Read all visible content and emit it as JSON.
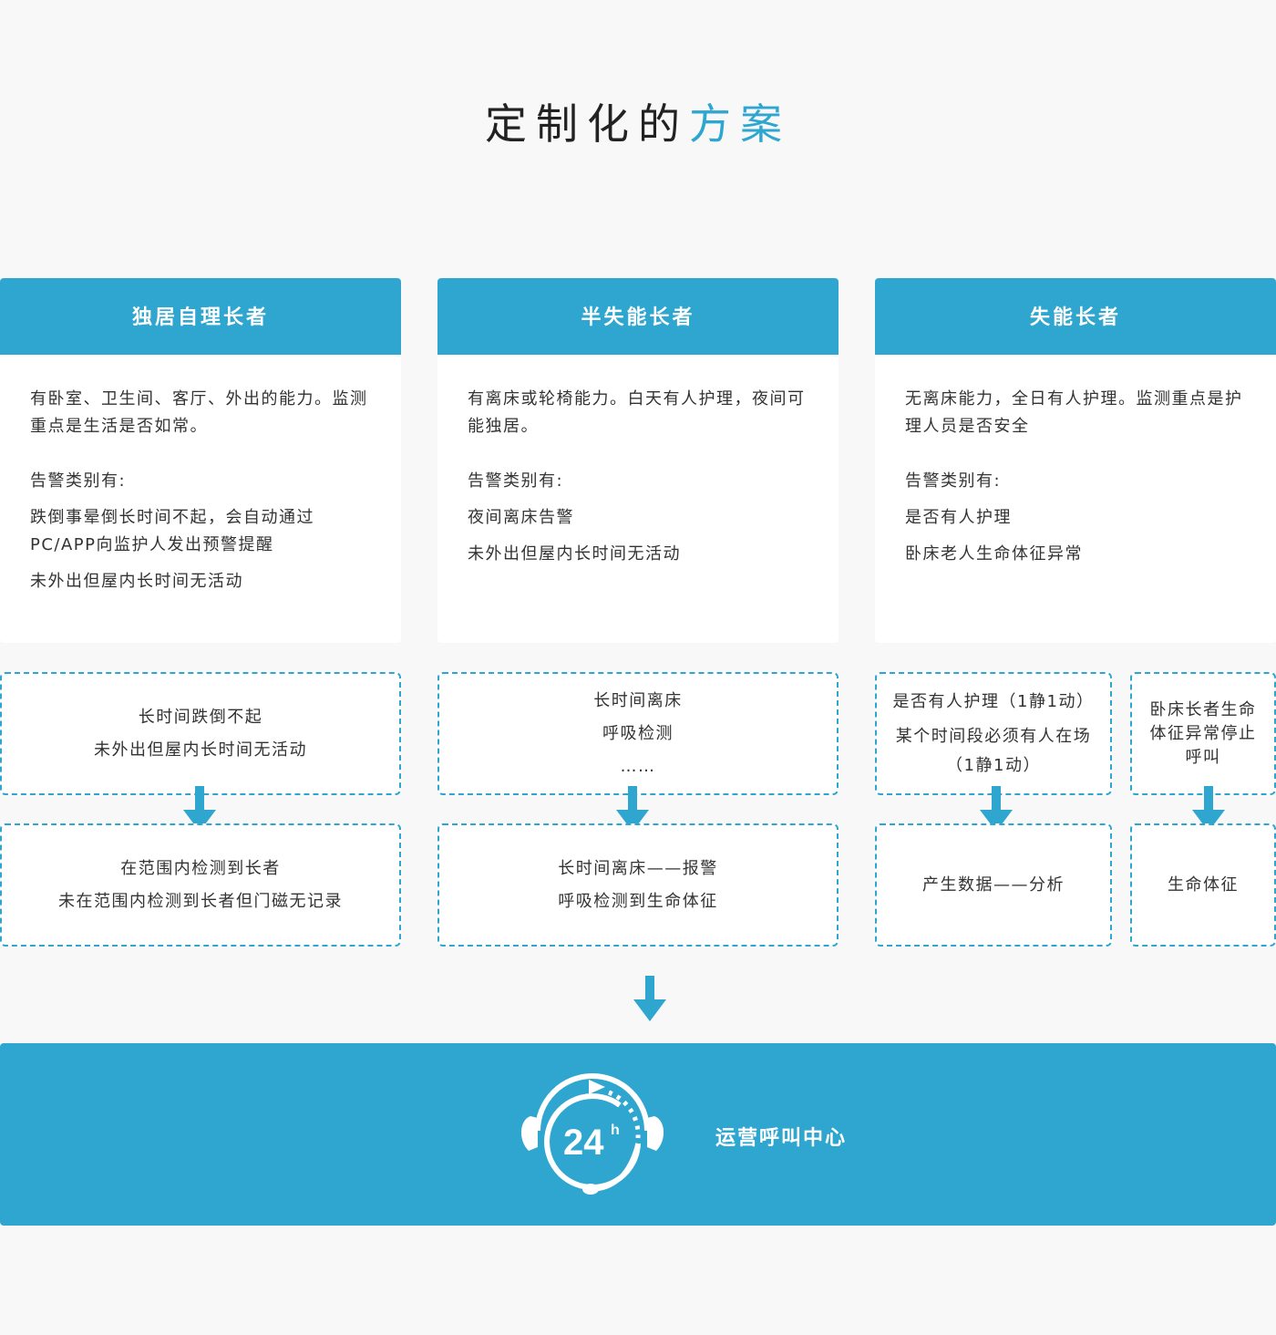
{
  "title": {
    "main": "定制化的",
    "accent": "方案"
  },
  "colors": {
    "accent": "#2ea6cf",
    "background": "#f8f8f9"
  },
  "cards": [
    {
      "header": "独居自理长者",
      "desc": "有卧室、卫生间、客厅、外出的能力。监测重点是生活是否如常。",
      "alarm_title": "告警类别有:",
      "alarms": [
        "跌倒事晕倒长时间不起，会自动通过PC/APP向监护人发出预警提醒",
        "未外出但屋内长时间无活动"
      ]
    },
    {
      "header": "半失能长者",
      "desc": "有离床或轮椅能力。白天有人护理，夜间可能独居。",
      "alarm_title": "告警类别有:",
      "alarms": [
        "夜间离床告警",
        "未外出但屋内长时间无活动"
      ]
    },
    {
      "header": "失能长者",
      "desc": "无离床能力，全日有人护理。监测重点是护理人员是否安全",
      "alarm_title": "告警类别有:",
      "alarms": [
        "是否有人护理",
        "卧床老人生命体征异常"
      ]
    }
  ],
  "flow": {
    "top": [
      [
        "长时间跌倒不起",
        "未外出但屋内长时间无活动"
      ],
      [
        "长时间离床",
        "呼吸检测",
        "……"
      ],
      [
        "是否有人护理（1静1动）",
        "某个时间段必须有人在场",
        "（1静1动）"
      ],
      [
        "卧床长者生命",
        "体征异常停止",
        "呼叫"
      ]
    ],
    "bottom": [
      [
        "在范围内检测到长者",
        "未在范围内检测到长者但门磁无记录"
      ],
      [
        "长时间离床——报警",
        "呼吸检测到生命体征"
      ],
      [
        "产生数据——分析"
      ],
      [
        "生命体征"
      ]
    ]
  },
  "center": {
    "label": "运营呼叫中心",
    "icon_text": "24",
    "icon_sup": "h",
    "icon": "headset-24h-icon"
  }
}
